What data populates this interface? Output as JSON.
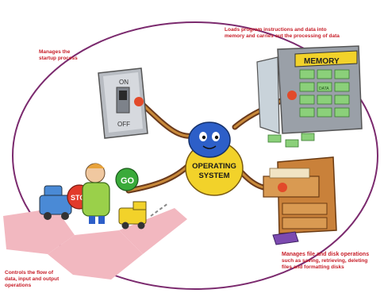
{
  "diagram": {
    "center": {
      "line1": "OPERATING",
      "line2": "SYSTEM"
    },
    "switch": {
      "on_label": "ON",
      "off_label": "OFF"
    },
    "memory": {
      "label": "MEMORY",
      "slot_label": "DATA"
    },
    "signs": {
      "stop_label": "STOP",
      "go_label": "GO"
    },
    "captions": {
      "startup": [
        "Manages the",
        "startup process"
      ],
      "memory": [
        "Loads program instructions and data into",
        "memory and carries out the processing of data"
      ],
      "files": [
        "Manages file and disk operations",
        "such as saving, retrieving, deleting",
        "files and formatting disks"
      ],
      "io": [
        "Controls the flow of",
        "data, input and output",
        "operations"
      ]
    },
    "colors": {
      "caption": "#c8202a",
      "outline": "#7b2a6e",
      "mascot_body": "#f2d22a",
      "mascot_head": "#2d5fc8"
    }
  }
}
